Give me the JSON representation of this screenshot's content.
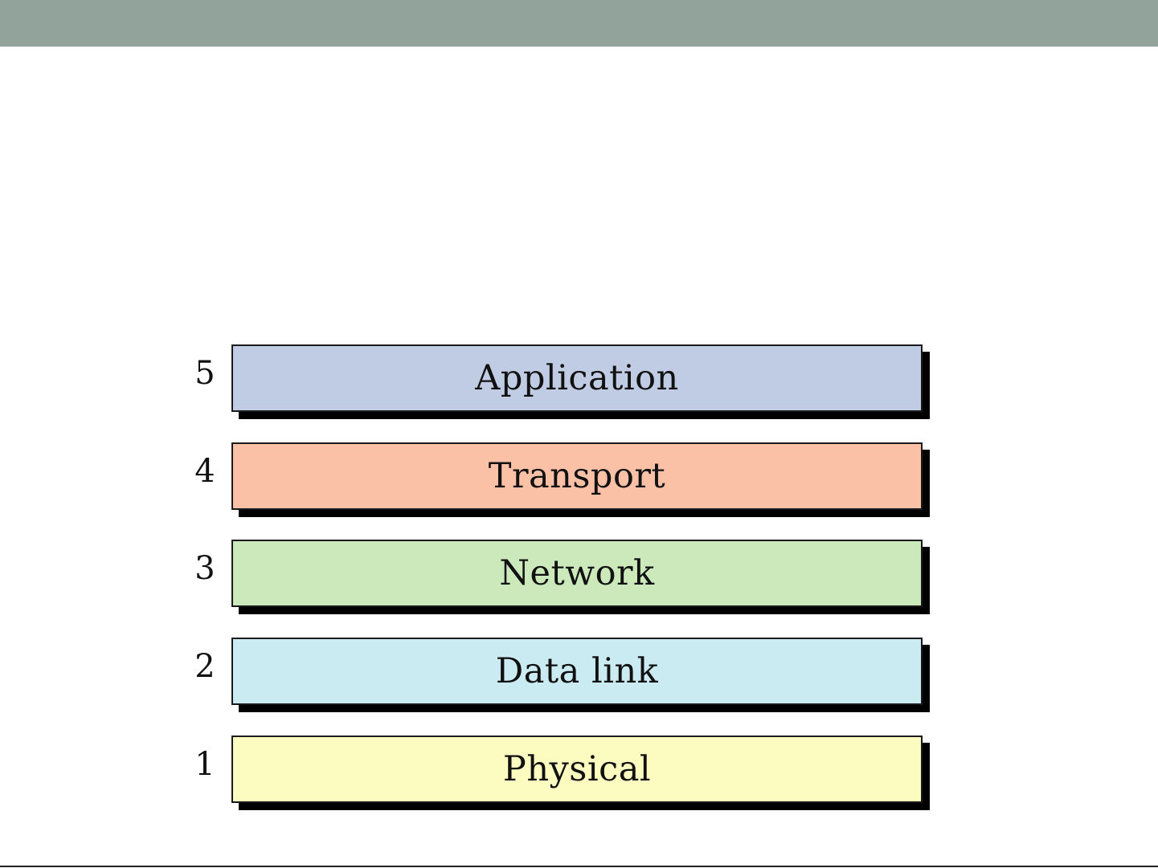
{
  "header": {
    "bar_color": "#91a39a"
  },
  "layers": [
    {
      "number": "5",
      "name": "Application",
      "color": "#c0cce4"
    },
    {
      "number": "4",
      "name": "Transport",
      "color": "#fbc1a7"
    },
    {
      "number": "3",
      "name": "Network",
      "color": "#cbe9bb"
    },
    {
      "number": "2",
      "name": "Data link",
      "color": "#cbebf2"
    },
    {
      "number": "1",
      "name": "Physical",
      "color": "#fdfcc0"
    }
  ]
}
